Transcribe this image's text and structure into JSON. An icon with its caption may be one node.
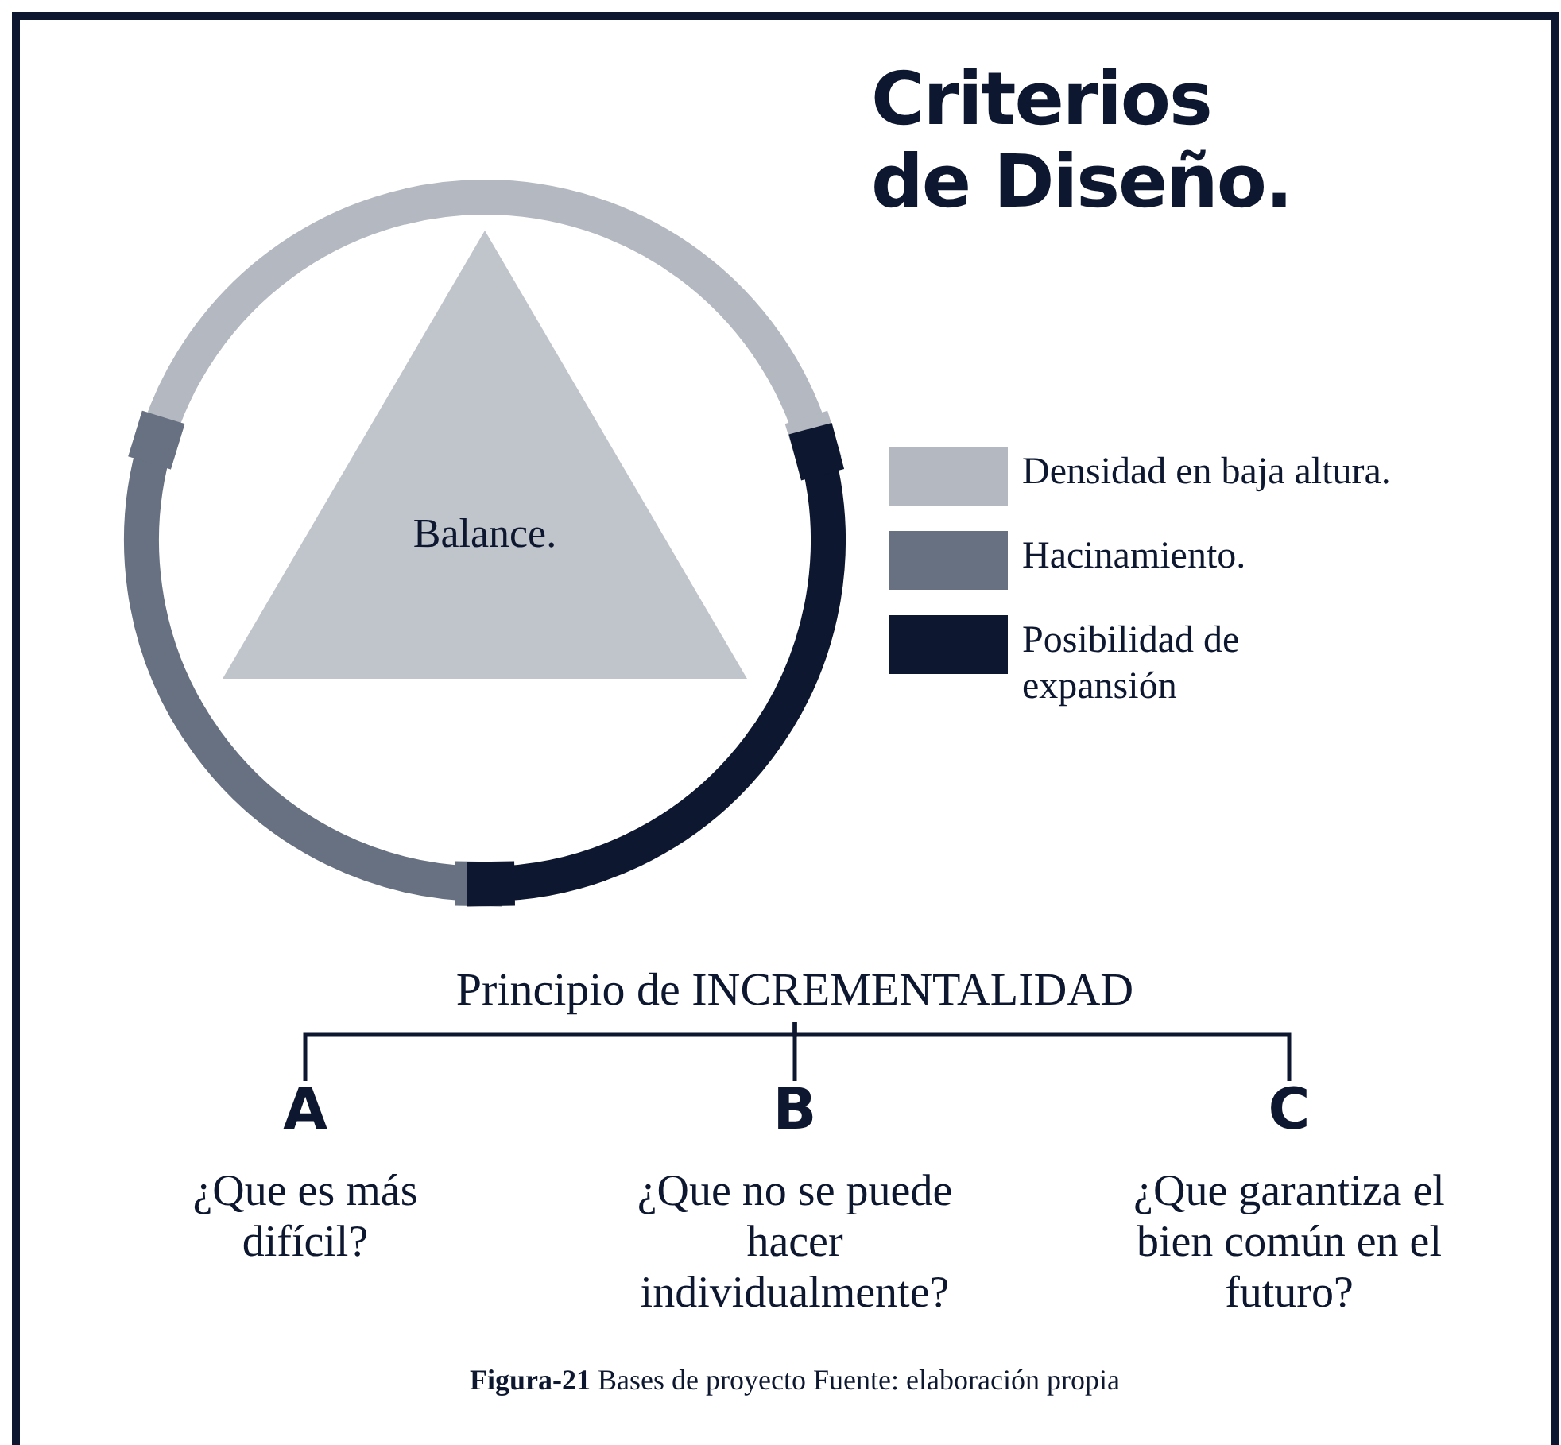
{
  "diagram": {
    "title": "Criterios de Diseño.",
    "caption": "**Figura-21** Bases de proyecto Fuente: elaboración propia",
    "nodes": [
      {
        "text": [
          "Balance."
        ]
      },
      {
        "text": [
          "Principio de INCREMENTALIDAD"
        ]
      },
      {
        "text": [
          "A"
        ],
        "beside": [
          "¿Que es más difícil?"
        ]
      },
      {
        "text": [
          "B"
        ],
        "beside": [
          "¿Que no se puede hacer individualmente?"
        ]
      },
      {
        "text": [
          "C"
        ],
        "beside": [
          "¿Que garantiza el bien común en el futuro?"
        ]
      }
    ],
    "edges": [
      {
        "from": 1,
        "to": 2,
        "arrow": "none"
      },
      {
        "from": 1,
        "to": 3,
        "arrow": "none"
      },
      {
        "from": 1,
        "to": 4,
        "arrow": "none"
      }
    ],
    "legend": [
      {
        "text": "Densidad en baja altura.",
        "color": "#b3b8c1"
      },
      {
        "text": "Hacinamiento.",
        "color": "#677181"
      },
      {
        "text": "Posibilidad de expansión",
        "color": "#0d1830"
      }
    ]
  }
}
